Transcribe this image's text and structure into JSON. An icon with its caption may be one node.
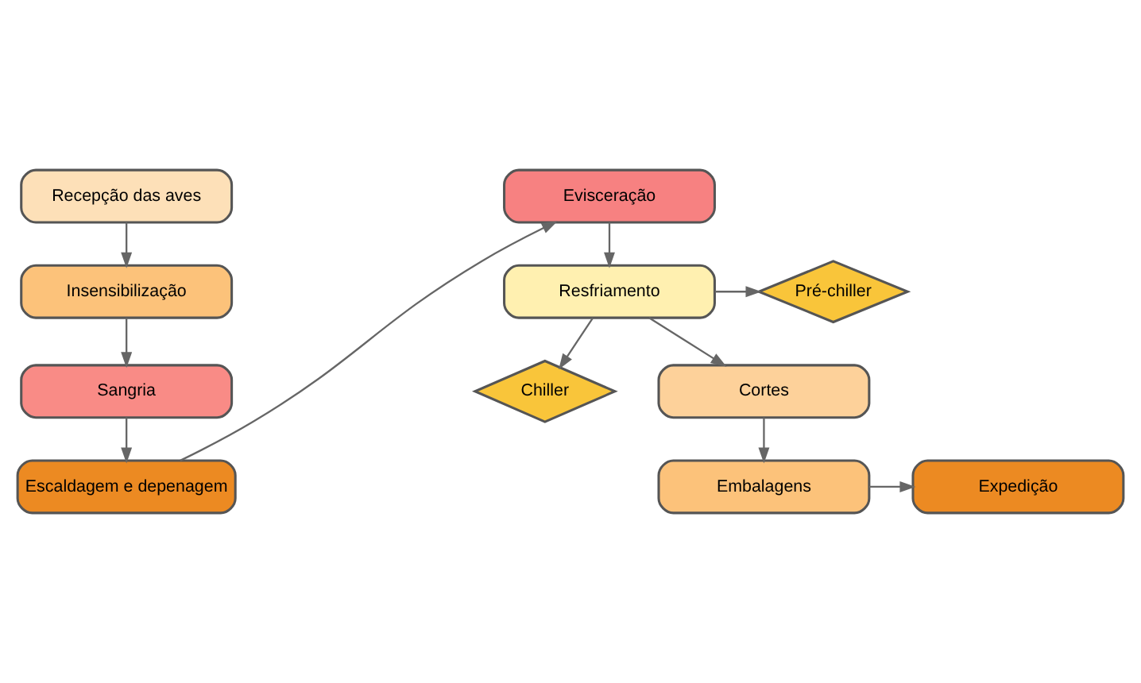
{
  "diagram": {
    "nodes": [
      {
        "text": [
          "Recepção das aves"
        ]
      },
      {
        "text": [
          "Insensibilização"
        ]
      },
      {
        "text": [
          "Sangria"
        ]
      },
      {
        "text": [
          "Escaldagem e depenagem"
        ]
      },
      {
        "text": [
          "Evisceração"
        ]
      },
      {
        "text": [
          "Resfriamento"
        ]
      },
      {
        "text": [
          "Pré-chiller"
        ]
      },
      {
        "text": [
          "Chiller"
        ]
      },
      {
        "text": [
          "Cortes"
        ]
      },
      {
        "text": [
          "Embalagens"
        ]
      },
      {
        "text": [
          "Expedição"
        ]
      }
    ],
    "edges": [
      {
        "from": 0,
        "to": 1,
        "arrow": "to"
      },
      {
        "from": 1,
        "to": 2,
        "arrow": "to"
      },
      {
        "from": 2,
        "to": 3,
        "arrow": "to"
      },
      {
        "from": 3,
        "to": 4,
        "arrow": "to"
      },
      {
        "from": 4,
        "to": 5,
        "arrow": "to"
      },
      {
        "from": 5,
        "to": 6,
        "arrow": "to"
      },
      {
        "from": 5,
        "to": 7,
        "arrow": "to"
      },
      {
        "from": 5,
        "to": 8,
        "arrow": "to"
      },
      {
        "from": 8,
        "to": 9,
        "arrow": "to"
      },
      {
        "from": 9,
        "to": 10,
        "arrow": "to"
      }
    ]
  }
}
